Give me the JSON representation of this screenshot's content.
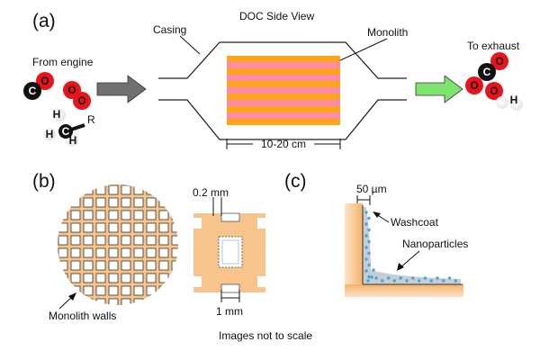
{
  "panels": {
    "a": "(a)",
    "b": "(b)",
    "c": "(c)"
  },
  "panel_a": {
    "title": "DOC Side View",
    "casing": "Casing",
    "monolith": "Monolith",
    "from_engine": "From engine",
    "to_exhaust": "To exhaust",
    "length": "10-20 cm"
  },
  "molecules": {
    "carbon": "C",
    "oxygen": "O",
    "hydrogen": "H",
    "r_group": "R"
  },
  "panel_b": {
    "cell_wall": "0.2 mm",
    "cell_pitch": "1 mm",
    "walls_label": "Monolith walls"
  },
  "panel_c": {
    "scale": "50 µm",
    "washcoat": "Washcoat",
    "nanoparticles": "Nanoparticles"
  },
  "footer": "Images not to scale",
  "colors": {
    "monolith_orange": "#ffa31a",
    "monolith_pink": "#ff8ca6",
    "ceramic": "#f7c48c",
    "oxygen_red": "#e8141c",
    "carbon_black": "#111111",
    "hydrogen_white": "#ffffff",
    "washcoat_grey": "#c9ccd1",
    "nanoparticle_blue": "#39a9e8",
    "inlet_arrow": "#707070",
    "outlet_arrow": "#7ee36e"
  },
  "icons": [
    "molecule-co",
    "molecule-o2",
    "molecule-hydrocarbon",
    "molecule-co2",
    "molecule-h2o"
  ]
}
